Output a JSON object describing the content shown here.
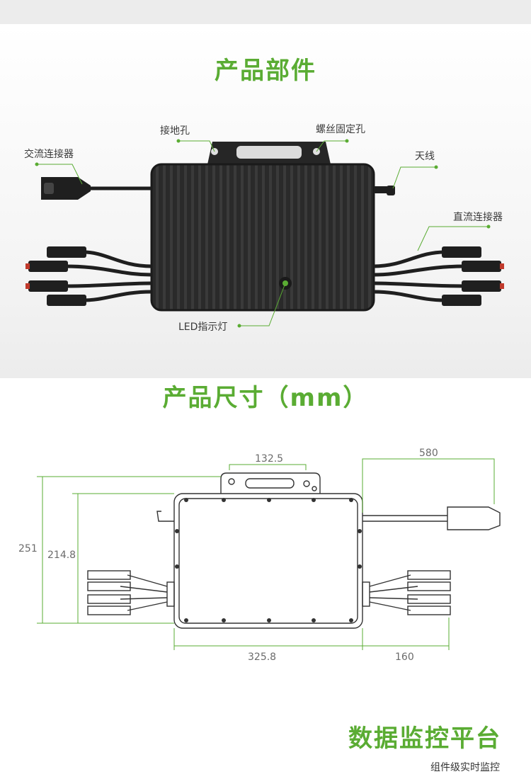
{
  "section_components": {
    "title": "产品部件",
    "labels": {
      "ground_hole": "接地孔",
      "screw_hole": "螺丝固定孔",
      "ac_connector": "交流连接器",
      "antenna": "天线",
      "dc_connector": "直流连接器",
      "led": "LED指示灯"
    }
  },
  "section_dimensions": {
    "title": "产品尺寸（mm）",
    "dims": {
      "bracket_width": "132.5",
      "cable_length": "580",
      "total_height": "251",
      "body_height": "214.8",
      "body_width": "325.8",
      "dc_length": "160"
    }
  },
  "footer": {
    "title": "数据监控平台",
    "subtitle": "组件级实时监控"
  },
  "colors": {
    "accent": "#5aac33",
    "device": "#2b2b2b"
  }
}
